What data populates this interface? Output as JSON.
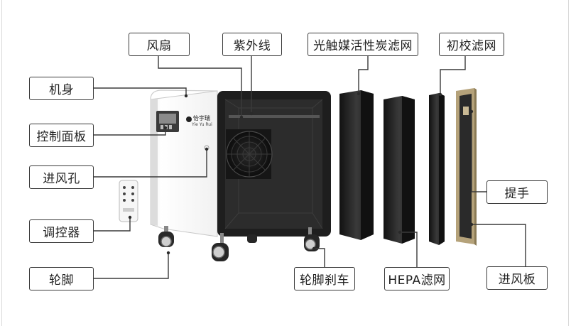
{
  "labels": {
    "fan": "风扇",
    "uv_lamp": "紫外线",
    "photocatalyst_filter": "光触媒活性炭滤网",
    "pre_filter": "初校滤网",
    "body": "机身",
    "control_panel": "控制面板",
    "air_inlet": "进风孔",
    "remote": "调控器",
    "casters": "轮脚",
    "caster_brake": "轮脚刹车",
    "hepa_filter": "HEPA滤网",
    "handle": "提手",
    "intake_panel": "进风板"
  },
  "brand": {
    "mark": "怡宇瑞",
    "latin": "Yie Yu Rui"
  }
}
